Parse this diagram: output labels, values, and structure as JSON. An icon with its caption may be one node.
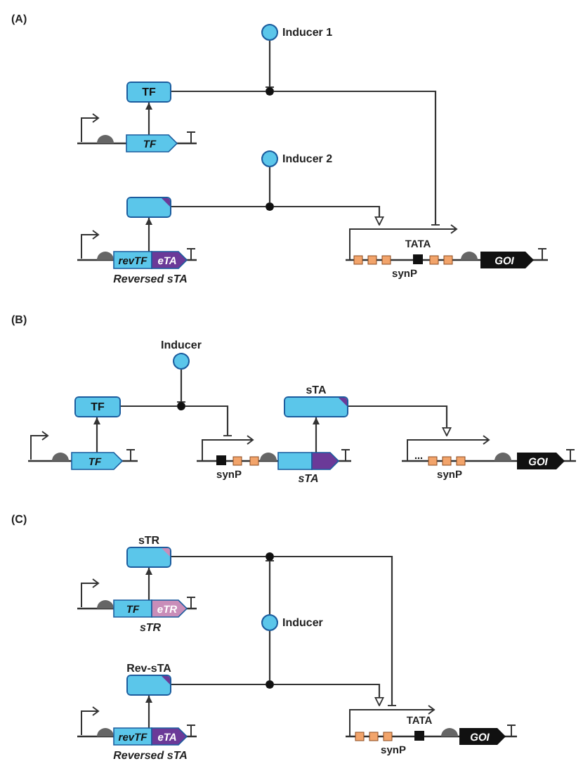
{
  "diagram": {
    "nodes": [
      {
        "text": [
          "Inducer 1"
        ]
      },
      {
        "text": [
          "TF"
        ]
      },
      {
        "text": [
          "TF"
        ]
      },
      {
        "text": [],
        "shape": "circle"
      },
      {
        "text": [
          "Inducer 2"
        ]
      },
      {
        "text": [],
        "shape": "box"
      },
      {
        "text": [
          "revTF",
          "eTA"
        ],
        "beside": [
          "Reversed sTA"
        ]
      },
      {
        "text": [],
        "shape": "circle"
      },
      {
        "text": [
          "TATA",
          "synP"
        ]
      },
      {
        "text": [
          "GOI"
        ]
      },
      {
        "text": [
          "Inducer"
        ]
      },
      {
        "text": [
          "TF"
        ]
      },
      {
        "text": [
          "TF"
        ]
      },
      {
        "text": [],
        "shape": "circle"
      },
      {
        "text": [
          "synP"
        ]
      },
      {
        "text": [
          "sTA"
        ]
      },
      {
        "text": [
          "sTA"
        ]
      },
      {
        "text": [
          "synP"
        ]
      },
      {
        "text": [
          "GOI"
        ]
      },
      {
        "text": [
          "sTR"
        ]
      },
      {
        "text": [
          "TF",
          "eTR"
        ],
        "beside": [
          "sTR"
        ]
      },
      {
        "text": [],
        "shape": "circle"
      },
      {
        "text": [
          "Inducer"
        ]
      },
      {
        "text": [
          "Rev-sTA"
        ]
      },
      {
        "text": [
          "revTF",
          "eTA"
        ],
        "beside": [
          "Reversed sTA"
        ]
      },
      {
        "text": [],
        "shape": "circle"
      },
      {
        "text": [
          "TATA",
          "synP"
        ]
      },
      {
        "text": [
          "GOI"
        ]
      }
    ],
    "edges": [
      {
        "from": 2,
        "to": 1,
        "arrow": "to"
      },
      {
        "from": 1,
        "to": 3,
        "arrow": "none"
      },
      {
        "from": 0,
        "to": 3,
        "arrow": "other"
      },
      {
        "from": 3,
        "to": 8,
        "arrow": "other"
      },
      {
        "from": 6,
        "to": 5,
        "arrow": "to"
      },
      {
        "from": 5,
        "to": 7,
        "arrow": "none"
      },
      {
        "from": 4,
        "to": 7,
        "arrow": "none"
      },
      {
        "from": 7,
        "to": 8,
        "arrow": "to"
      },
      {
        "from": 12,
        "to": 11,
        "arrow": "to"
      },
      {
        "from": 11,
        "to": 13,
        "arrow": "none"
      },
      {
        "from": 10,
        "to": 13,
        "arrow": "other"
      },
      {
        "from": 13,
        "to": 14,
        "arrow": "other"
      },
      {
        "from": 16,
        "to": 15,
        "arrow": "to"
      },
      {
        "from": 15,
        "to": 17,
        "arrow": "to"
      },
      {
        "from": 20,
        "to": 19,
        "arrow": "to"
      },
      {
        "from": 19,
        "to": 21,
        "arrow": "none"
      },
      {
        "from": 22,
        "to": 21,
        "arrow": "other"
      },
      {
        "from": 21,
        "to": 26,
        "arrow": "other"
      },
      {
        "from": 24,
        "to": 23,
        "arrow": "to"
      },
      {
        "from": 23,
        "to": 25,
        "arrow": "none"
      },
      {
        "from": 22,
        "to": 25,
        "arrow": "none"
      },
      {
        "from": 25,
        "to": 26,
        "arrow": "to"
      }
    ],
    "labels": [
      "(A)",
      "(B)",
      "(C)"
    ]
  }
}
